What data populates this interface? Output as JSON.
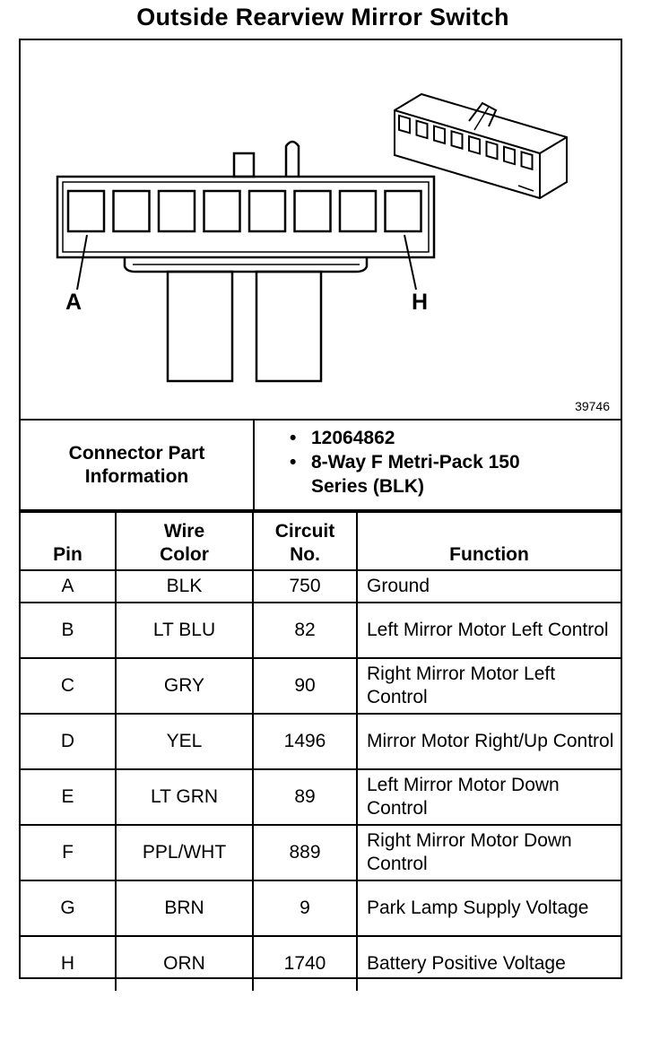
{
  "title": "Outside Rearview Mirror Switch",
  "figure_number": "39746",
  "pin_labels": {
    "left": "A",
    "right": "H"
  },
  "connector_info": {
    "label": "Connector Part Information",
    "items": [
      "12064862",
      "8-Way F Metri-Pack 150 Series (BLK)"
    ]
  },
  "table": {
    "headers": {
      "pin": "Pin",
      "wire": "Wire Color",
      "circuit": "Circuit No.",
      "function": "Function"
    },
    "rows": [
      {
        "pin": "A",
        "wire": "BLK",
        "circuit": "750",
        "function": "Ground"
      },
      {
        "pin": "B",
        "wire": "LT BLU",
        "circuit": "82",
        "function": "Left Mirror Motor Left Control"
      },
      {
        "pin": "C",
        "wire": "GRY",
        "circuit": "90",
        "function": "Right Mirror Motor Left Control"
      },
      {
        "pin": "D",
        "wire": "YEL",
        "circuit": "1496",
        "function": "Mirror Motor Right/Up Control"
      },
      {
        "pin": "E",
        "wire": "LT GRN",
        "circuit": "89",
        "function": "Left Mirror Motor Down Control"
      },
      {
        "pin": "F",
        "wire": "PPL/WHT",
        "circuit": "889",
        "function": "Right Mirror Motor Down Control"
      },
      {
        "pin": "G",
        "wire": "BRN",
        "circuit": "9",
        "function": "Park Lamp Supply Voltage"
      },
      {
        "pin": "H",
        "wire": "ORN",
        "circuit": "1740",
        "function": "Battery Positive Voltage"
      }
    ]
  }
}
